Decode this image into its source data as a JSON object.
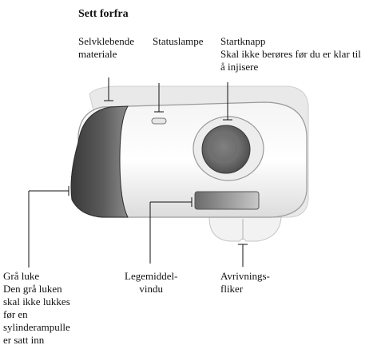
{
  "title": "Sett forfra",
  "labels": {
    "adhesive": "Selvklebende\nmateriale",
    "status_light": "Statuslampe",
    "start_button": "Startknapp\nSkal ikke berøres før du er klar til\nå injisere",
    "grey_door": "Grå luke\nDen grå luken\nskal ikke lukkes\nfør en\nsylinderampulle\ner satt inn",
    "medicine_window": "Legemiddel-\nvindu",
    "tear_tabs": "Avrivnings-\nfliker"
  }
}
